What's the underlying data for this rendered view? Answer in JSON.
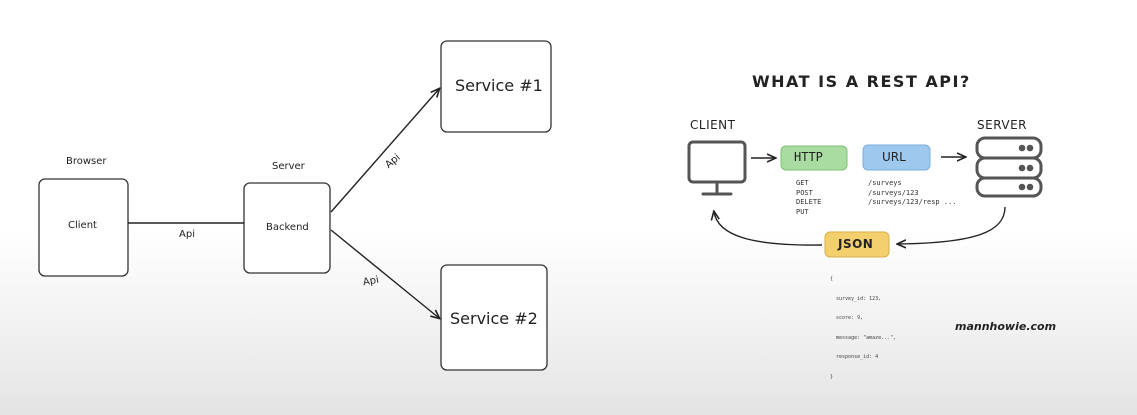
{
  "left_diagram": {
    "browser_label": "Browser",
    "client_label": "Client",
    "server_label": "Server",
    "backend_label": "Backend",
    "api_client_backend": "Api",
    "api_to_service1": "Api",
    "api_to_service2": "Api",
    "service1_label": "Service #1",
    "service2_label": "Service #2"
  },
  "rest_diagram": {
    "title": "WHAT IS A REST API?",
    "client_label": "CLIENT",
    "server_label": "SERVER",
    "http_label": "HTTP",
    "url_label": "URL",
    "json_label": "JSON",
    "methods": [
      "GET",
      "POST",
      "DELETE",
      "PUT"
    ],
    "urls": [
      "/surveys",
      "/surveys/123",
      "/surveys/123/resp ..."
    ],
    "json_body": [
      "{",
      "  survey_id: 123,",
      "  score: 9,",
      "  message: \"amaze...\",",
      "  response_id: 4",
      "}"
    ],
    "colors": {
      "http": "#a8dca0",
      "url": "#9fc8ee",
      "json": "#f3cf6e"
    },
    "watermark": "mannhowie.com"
  }
}
